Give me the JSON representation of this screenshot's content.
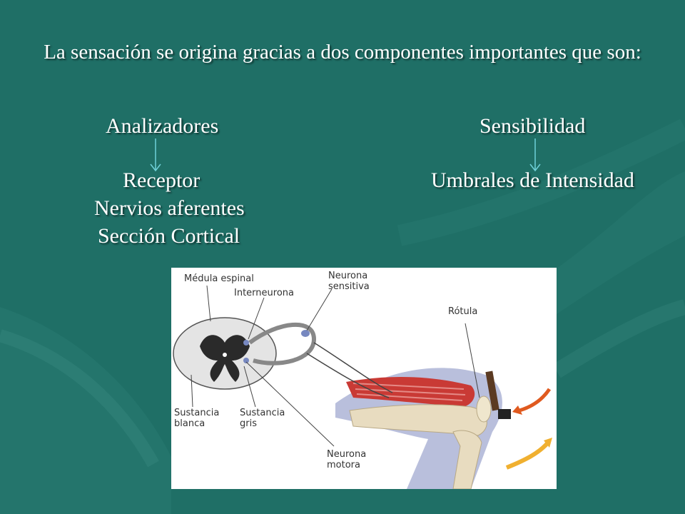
{
  "slide": {
    "title": "La sensación se origina gracias a dos componentes importantes que son:",
    "left_heading": "Analizadores",
    "right_heading": "Sensibilidad",
    "left_items": [
      "Receptor",
      "Nervios aferentes",
      "Sección Cortical"
    ],
    "right_item": "Umbrales de Intensidad",
    "colors": {
      "background": "#1f6f66",
      "text": "#ffffff",
      "arrow": "#6fd0d8"
    }
  },
  "figure": {
    "labels": {
      "medula_espinal": "Médula espinal",
      "interneurona": "Interneurona",
      "neurona_sensitiva": "Neurona\nsensitiva",
      "rotula": "Rótula",
      "sustancia_blanca": "Sustancia\nblanca",
      "sustancia_gris": "Sustancia\ngris",
      "neurona_motora": "Neurona\nmotora"
    }
  }
}
